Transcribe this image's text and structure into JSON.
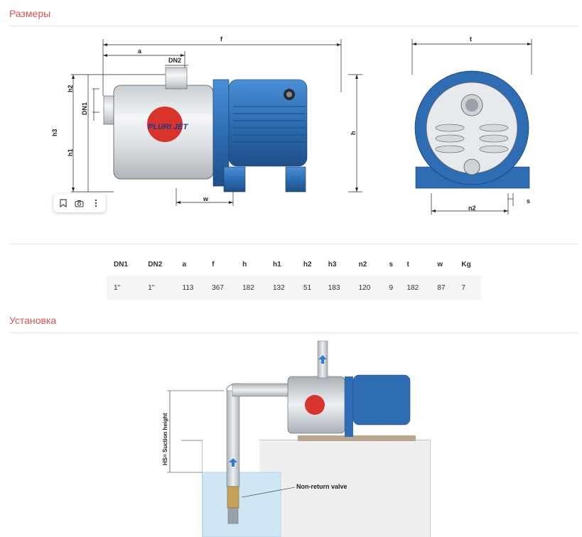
{
  "sections": {
    "dimensions_title": "Размеры",
    "installation_title": "Установка"
  },
  "drawing_labels": {
    "f": "f",
    "a": "a",
    "dn2": "DN2",
    "dn1": "DN1",
    "h2": "h2",
    "h3": "h3",
    "h1": "h1",
    "h": "h",
    "w": "w",
    "t": "t",
    "n2": "n2",
    "s": "s"
  },
  "logo_text": "PLURI JET",
  "install_labels": {
    "suction": "HS= Suction height",
    "valve": "Non-return valve"
  },
  "table": {
    "headers": [
      "DN1",
      "DN2",
      "a",
      "f",
      "h",
      "h1",
      "h2",
      "h3",
      "n2",
      "s",
      "t",
      "w",
      "Kg"
    ],
    "row": [
      "1\"",
      "1\"",
      "113",
      "367",
      "182",
      "132",
      "51",
      "183",
      "120",
      "9",
      "182",
      "87",
      "7"
    ]
  },
  "colors": {
    "accent": "#d9534f",
    "pump_blue": "#2e6db4",
    "water": "#cfe6f5"
  },
  "toolbar_icons": [
    "bookmark-icon",
    "camera-icon",
    "more-vertical-icon"
  ]
}
